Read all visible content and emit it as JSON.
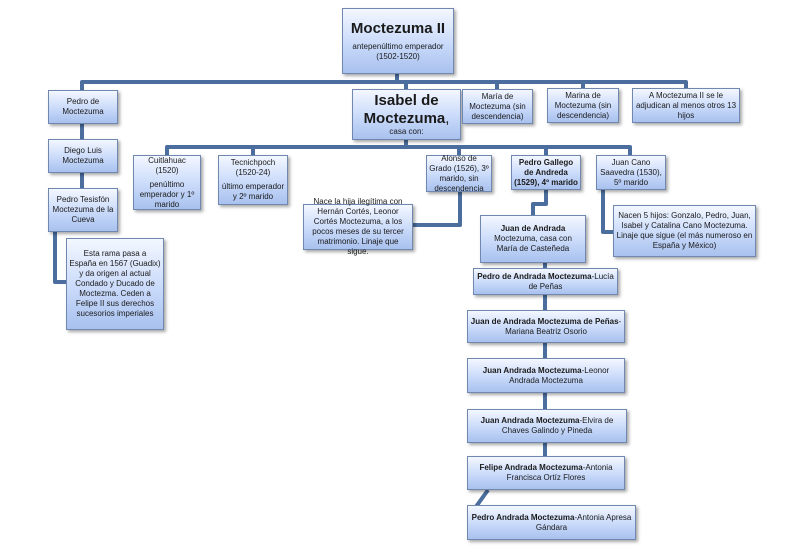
{
  "root": {
    "name": "Moctezuma II",
    "title": "antepenúltimo emperador",
    "years": "(1502-1520)"
  },
  "children": {
    "pedro": "Pedro de Moctezuma",
    "diego": "Diego Luis Moctezuma",
    "tesisfon": "Pedro Tesisfón Moctezuma de la Cueva",
    "rama": "Esta rama pasa a España en 1567 (Guadix) y da origen al actual Condado y Ducado de Moctezma. Ceden a Felipe II sus derechos sucesorios imperiales",
    "isabel_name": "Isabel de Moctezuma",
    "isabel_suffix": ",",
    "isabel_note": "casa con:",
    "maria": "María de Moctezuma (sin descendencia)",
    "marina": "Marina de Moctezuma (sin descendencia)",
    "otros": "A Moctezuma II se le adjudican al menos otros 13 hijos"
  },
  "husbands": {
    "cuitlahuac_name": "Cuitlahuac (1520)",
    "cuitlahuac_note": "penúltimo emperador y 1º marido",
    "tecnichpoch_name": "Tecnichpoch (1520-24)",
    "tecnichpoch_note": "último emperador y 2º marido",
    "alonso": "Alonso de Grado (1526), 3º marido, sin descendencia",
    "pedro_gallego": "Pedro Gallego de Andreda (1529), 4º marido",
    "juan_cano": "Juan Cano Saavedra (1530), 5º marido"
  },
  "notes": {
    "hija": "Nace la hija ilegítima con Hernán Cortés, Leonor Cortés Moctezuma, a los pocos meses de su tercer matrimonio. Linaje que sigue.",
    "cinco_hijos": "Nacen 5 hijos: Gonzalo, Pedro, Juan, Isabel y Catalina Cano Moctezuma. Linaje que sigue (el más numeroso en España y México)"
  },
  "lineage": [
    {
      "bold": "Juan de Andrada",
      "rest": "Moctezuma, casa con María de Casteñeda"
    },
    {
      "bold": "Pedro de Andrada Moctezuma",
      "rest": "-Lucía de Peñas"
    },
    {
      "bold": "Juan de Andrada Moctezuma de Peñas",
      "rest": "-Mariana Beatriz Osorio"
    },
    {
      "bold": "Juan Andrada Moctezuma",
      "rest": "-Leonor Andrada Moctezuma"
    },
    {
      "bold": "Juan Andrada Moctezuma",
      "rest": "-Elvira de Chaves Galindo y Pineda"
    },
    {
      "bold": "Felipe Andrada Moctezuma",
      "rest": "-Antonia Francisca Ortíz Flores"
    },
    {
      "bold": "Pedro Andrada Moctezuma",
      "rest": "-Antonia Apresa Gándara"
    }
  ],
  "colors": {
    "connector": "#4b6e9e",
    "box_top": "#f3f7ff",
    "box_bottom": "#a8c1ee",
    "border": "#7088b0"
  }
}
